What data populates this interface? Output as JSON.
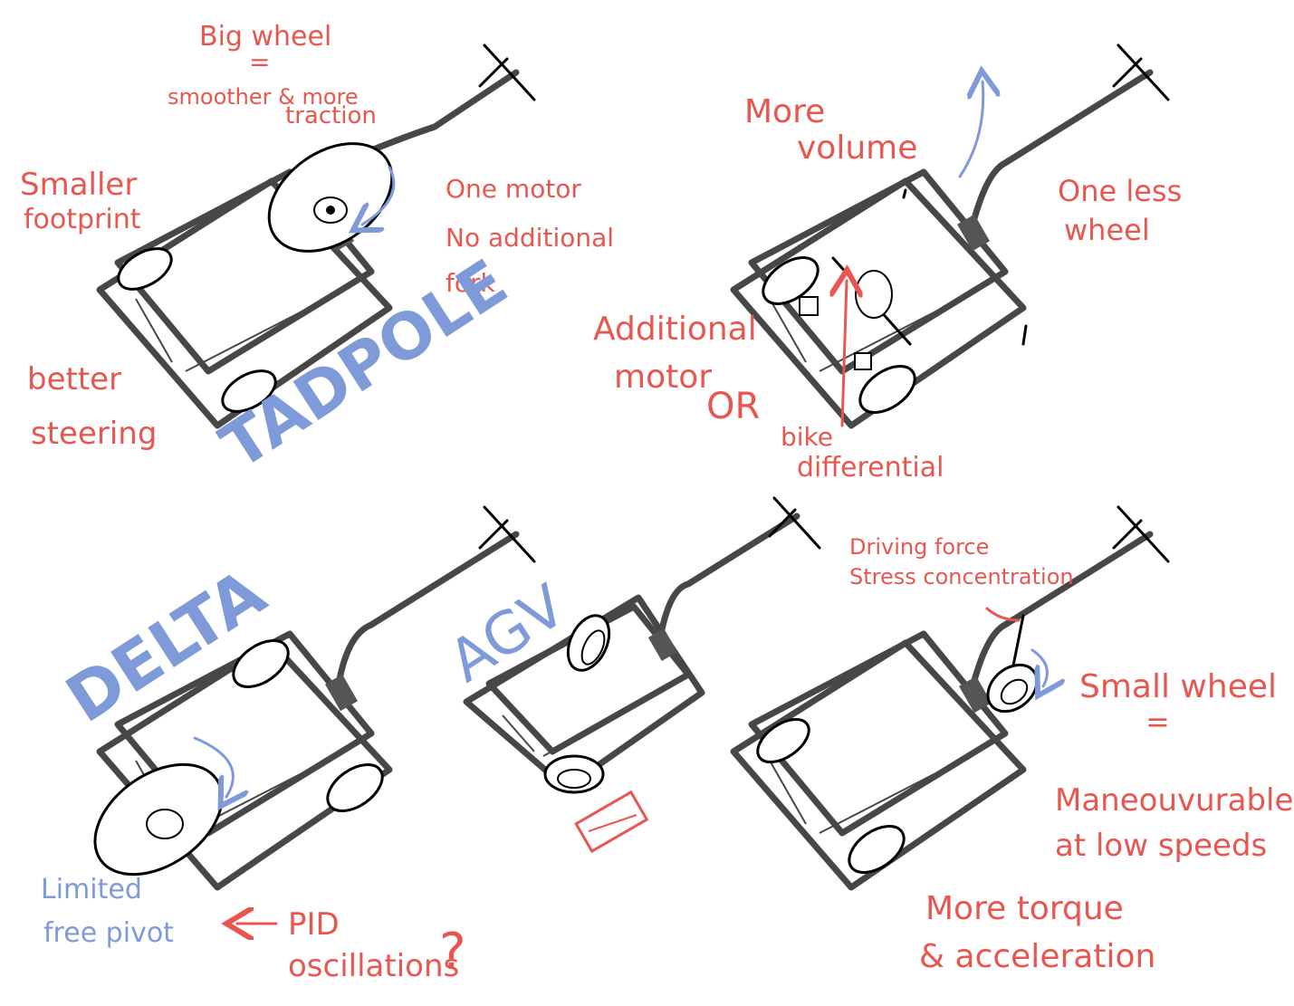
{
  "colors": {
    "annotation_red": "#e8574f",
    "annotation_blue": "#7f9ad8",
    "frame_gray": "#474747"
  },
  "tadpole": {
    "title": "TADPOLE",
    "big_wheel_line1": "Big wheel",
    "big_wheel_eq": "=",
    "big_wheel_line2": "smoother & more",
    "big_wheel_line3": "traction",
    "smaller_line1": "Smaller",
    "smaller_line2": "footprint",
    "one_motor": "One motor",
    "no_fork_line1": "No additional",
    "no_fork_line2": "fork",
    "better_line1": "better",
    "better_line2": "steering"
  },
  "quad": {
    "more_line1": "More",
    "more_line2": "volume",
    "one_less_line1": "One less",
    "one_less_line2": "wheel",
    "additional_line1": "Additional",
    "additional_line2": "motor",
    "or_label": "OR",
    "bike_line1": "bike",
    "bike_line2": "differential"
  },
  "delta": {
    "title": "DELTA",
    "limited_line1": "Limited",
    "limited_line2": "free pivot",
    "pid_line1": "PID",
    "pid_line2": "oscillations",
    "pid_q": "?"
  },
  "agv": {
    "title": "AGV"
  },
  "caster": {
    "stress_line1": "Driving force",
    "stress_line2": "Stress concentration",
    "small_line1": "Small wheel",
    "small_eq": "=",
    "man_line1": "Maneouvurable",
    "man_line2": "at low speeds",
    "torque_line1": "More torque",
    "torque_line2": "& acceleration"
  }
}
